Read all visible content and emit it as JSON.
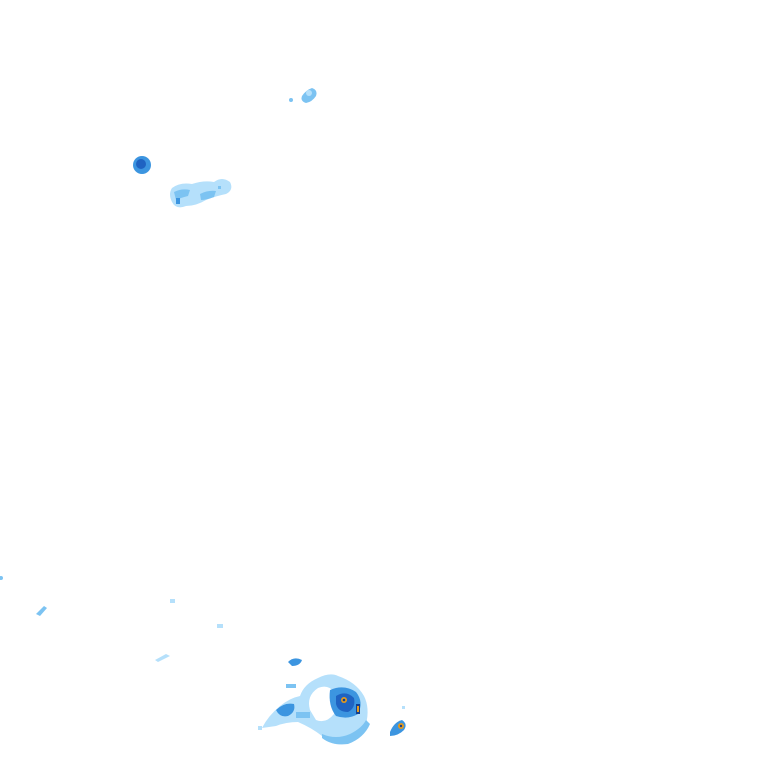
{
  "map": {
    "kind": "rain-radar-overlay",
    "background_color": "#ffffff",
    "intensity_palette": {
      "very_light": "#b5e0fb",
      "light": "#7cc3f2",
      "moderate": "#3c95e0",
      "heavy": "#1f63c2",
      "very_heavy": "#123f8f",
      "intense": "#e59a1d"
    },
    "echo_clusters": [
      {
        "name": "north-speck",
        "intensity": "light"
      },
      {
        "name": "northwest-cell",
        "intensity": "moderate"
      },
      {
        "name": "northwest-band",
        "intensity": "light"
      },
      {
        "name": "west-edge-specks",
        "intensity": "light"
      },
      {
        "name": "southwest-specks",
        "intensity": "very_light"
      },
      {
        "name": "south-storm-complex",
        "intensity": "intense"
      },
      {
        "name": "south-east-cell",
        "intensity": "intense"
      }
    ]
  }
}
